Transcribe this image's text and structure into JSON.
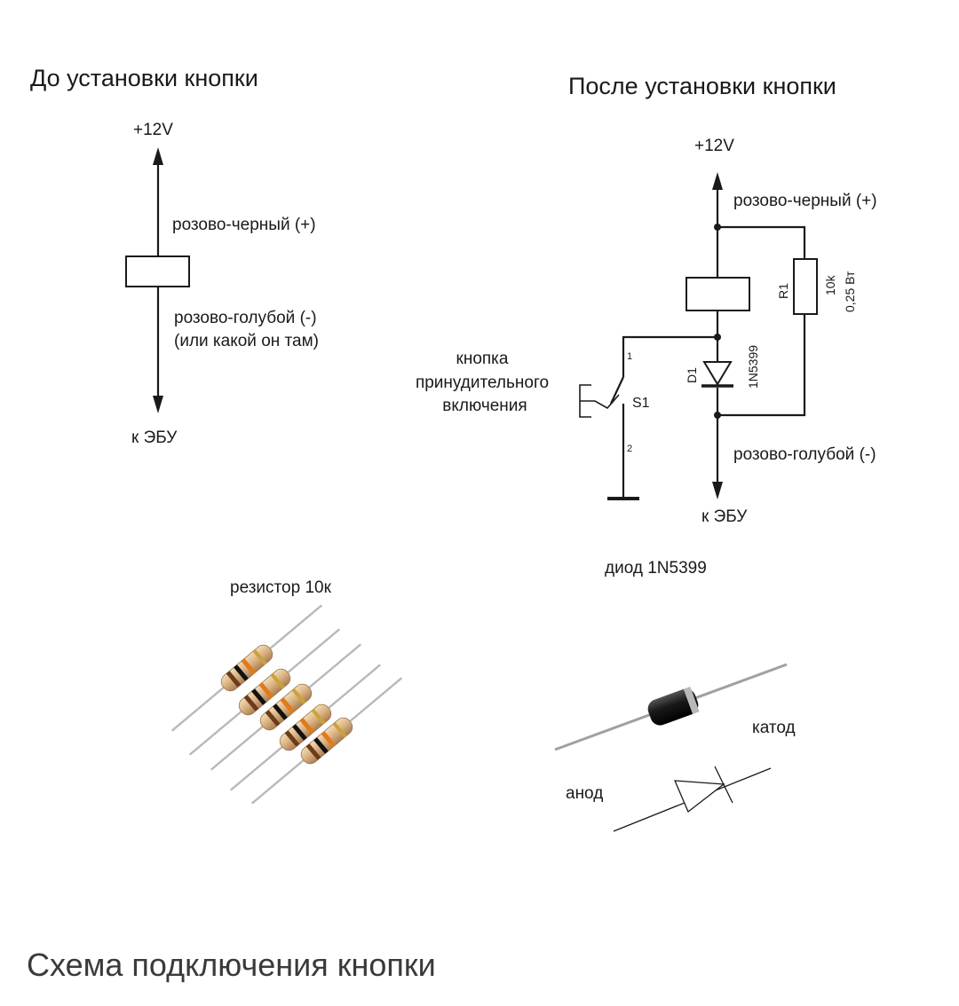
{
  "left_schematic": {
    "heading": "До установки кнопки",
    "top_label": "+12V",
    "wire_plus": "розово-черный (+)",
    "wire_minus_1": "розово-голубой (-)",
    "wire_minus_2": "(или какой он там)",
    "bottom_label": "к ЭБУ"
  },
  "right_schematic": {
    "heading": "После установки кнопки",
    "top_label": "+12V",
    "wire_plus": "розово-черный (+)",
    "wire_minus": "розово-голубой (-)",
    "bottom_label": "к ЭБУ",
    "resistor_ref": "R1",
    "resistor_value": "10k",
    "resistor_power": "0,25 Вт",
    "diode_ref": "D1",
    "diode_part": "1N5399",
    "switch_ref": "S1",
    "switch_pin1": "1",
    "switch_pin2": "2",
    "button_label_1": "кнопка",
    "button_label_2": "принудительного",
    "button_label_3": "включения"
  },
  "photos": {
    "resistor_label": "резистор 10к",
    "diode_label": "диод 1N5399",
    "cathode_label": "катод",
    "anode_label": "анод"
  },
  "caption": "Схема подключения кнопки"
}
